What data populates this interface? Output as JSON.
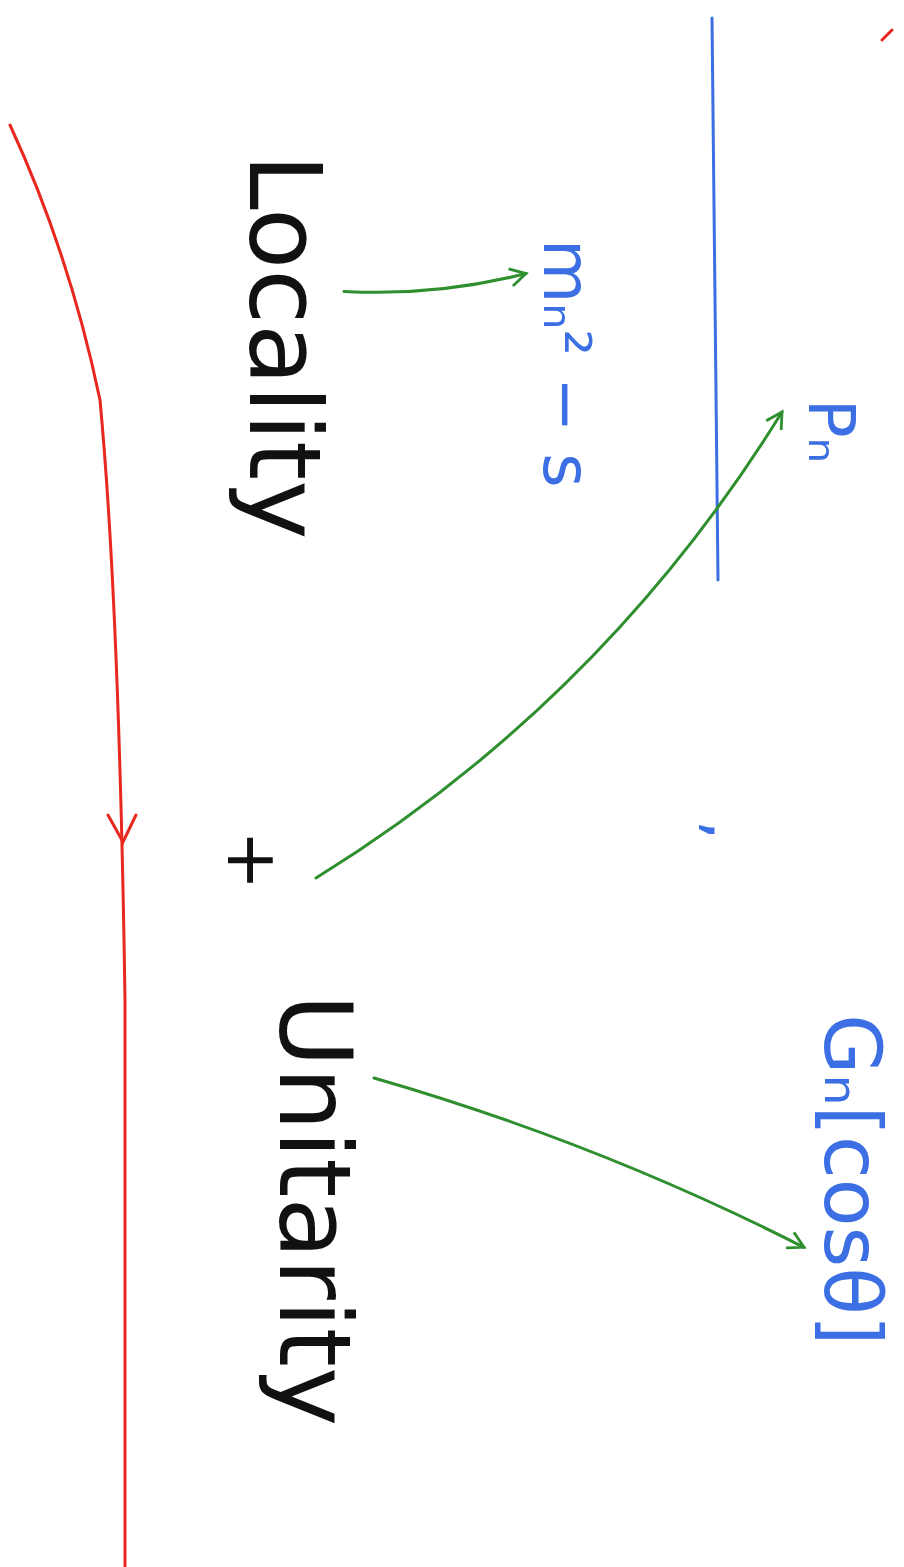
{
  "diagram": {
    "nodes": [
      {
        "text": [
          "Pₙ"
        ]
      },
      {
        "text": [
          "mₙ² − s"
        ]
      },
      {
        "text": [
          "Gₙ[cosθ]"
        ]
      },
      {
        "text": [
          "Locality"
        ]
      },
      {
        "text": [
          "Unitarity"
        ]
      }
    ],
    "edges": [
      {
        "from": 3,
        "to": 1,
        "arrow": "to"
      },
      {
        "from": 4,
        "to": 2,
        "arrow": "to"
      }
    ],
    "labels": [
      ",",
      "+"
    ]
  }
}
